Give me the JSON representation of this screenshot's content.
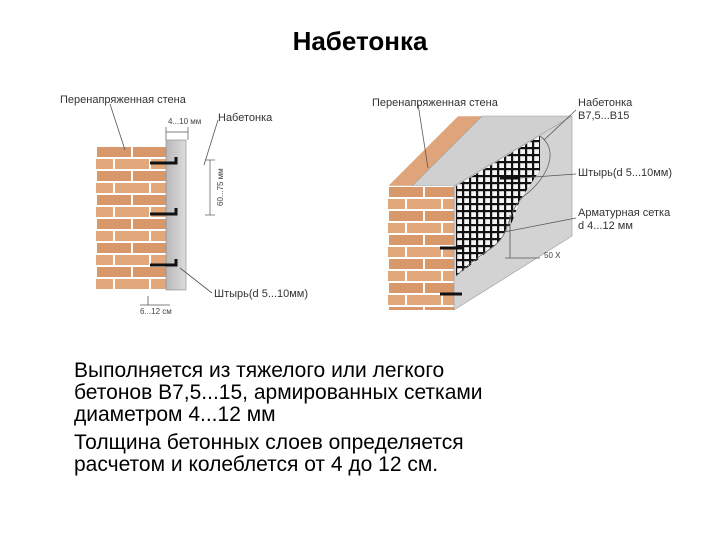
{
  "title": "Набетонка",
  "left_figure": {
    "wall_label": "Перенапряженная стена",
    "concrete_label": "Набетонка",
    "top_dim": "4...10 мм",
    "side_dim": "60...75 мм",
    "bottom_dim": "6...12 см",
    "rod_label": "Штырь(d 5...10мм)"
  },
  "right_figure": {
    "wall_label": "Перенапряженная стена",
    "concrete_label_line1": "Набетонка",
    "concrete_label_line2": "В7,5...В15",
    "rod_label": "Штырь(d 5...10мм)",
    "mesh_label_line1": "Арматурная сетка",
    "mesh_label_line2": "d 4...12 мм",
    "corner_label": "50 X"
  },
  "body": {
    "lines": [
      "Выполняется  из  тяжелого  или  легкого",
      "бетонов В7,5...15, армированных сетками",
      "диаметром 4...12 мм",
      "Толщина бетонных слоев определяется",
      "расчетом и колеблется от 4 до 12 см."
    ]
  },
  "colors": {
    "brick": "#d4956a",
    "brick_light": "#e9b48c",
    "mortar": "#ffffff",
    "concrete": "#c9c9c9",
    "concrete_dark": "#a9a9a9",
    "mesh": "#1a1a1a"
  }
}
